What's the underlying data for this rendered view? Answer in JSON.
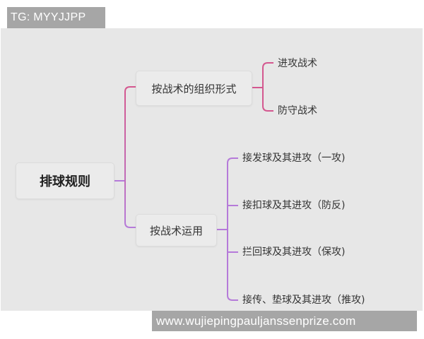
{
  "watermarks": {
    "top": "TG: MYYJJPP",
    "bottom": "www.wujiepingpauljanssenprize.com"
  },
  "mindmap": {
    "root": {
      "label": "排球规则"
    },
    "branches": [
      {
        "label": "按战术的组织形式",
        "color": "#d4578f",
        "children": [
          {
            "label": "进攻战术"
          },
          {
            "label": "防守战术"
          }
        ]
      },
      {
        "label": "按战术运用",
        "color": "#b57ad9",
        "children": [
          {
            "label": "接发球及其进攻（一攻)"
          },
          {
            "label": "接扣球及其进攻（防反)"
          },
          {
            "label": "拦回球及其进攻（保攻)"
          },
          {
            "label": "接传、垫球及其进攻（推攻)"
          }
        ]
      }
    ]
  },
  "colors": {
    "canvas_bg": "#e7e7e7",
    "watermark_bg": "#a6a6a6",
    "connector_pink": "#d4578f",
    "connector_purple": "#b57ad9"
  }
}
